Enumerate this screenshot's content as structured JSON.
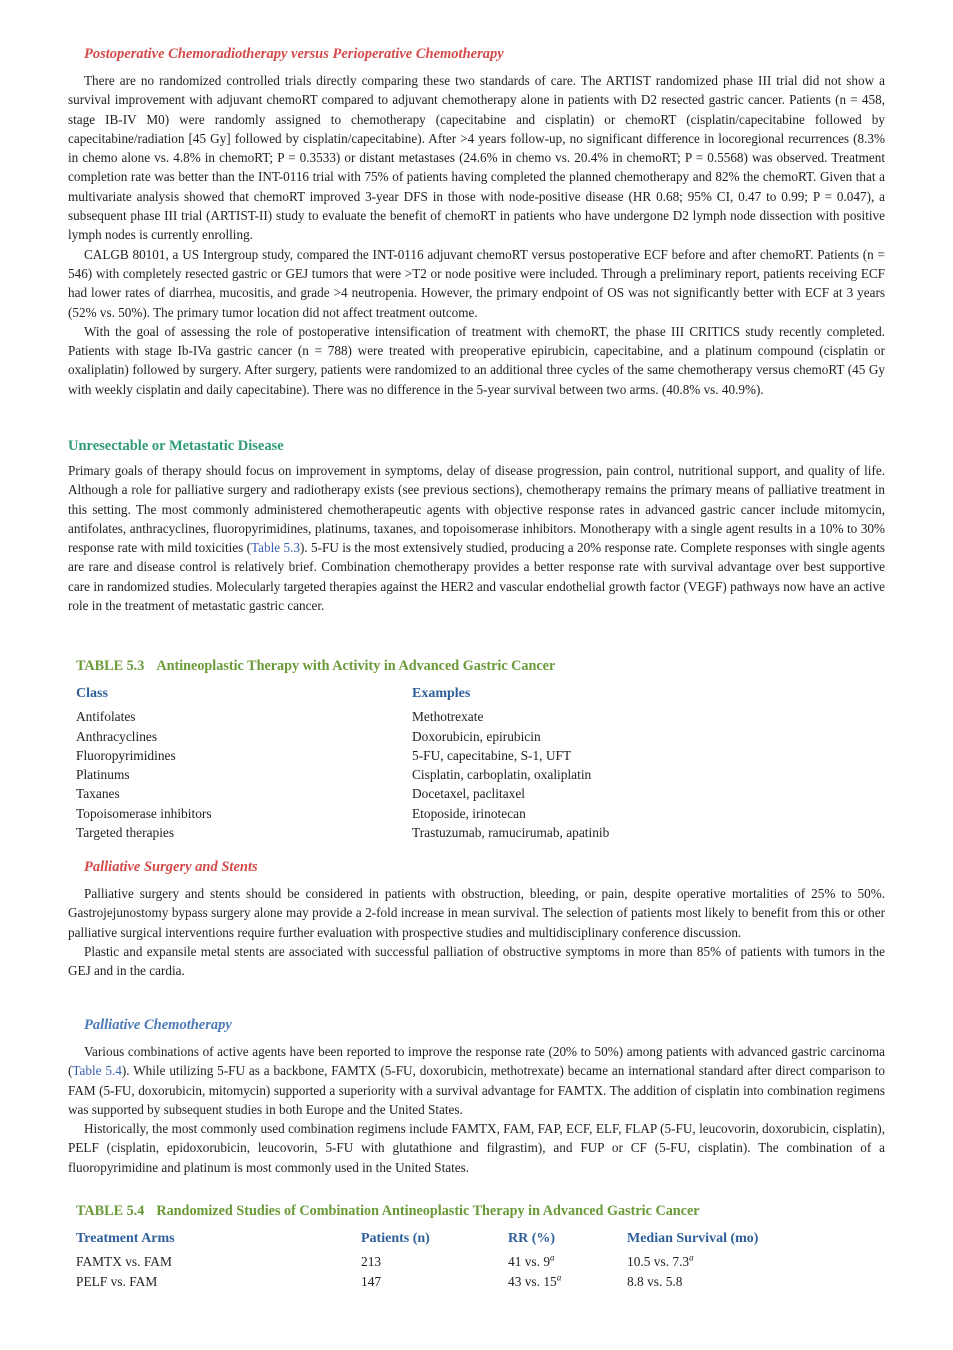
{
  "sections": {
    "postop": {
      "heading": "Postoperative Chemoradiotherapy versus Perioperative Chemotherapy",
      "p1": "There are no randomized controlled trials directly comparing these two standards of care. The ARTIST randomized phase III trial did not show a survival improvement with adjuvant chemoRT compared to adjuvant chemotherapy alone in patients with D2 resected gastric cancer. Patients (n = 458, stage IB-IV M0) were randomly assigned to chemotherapy (capecitabine and cisplatin) or chemoRT (cisplatin/capecitabine followed by capecitabine/radiation [45 Gy] followed by cisplatin/capecitabine). After >4 years follow-up, no significant difference in locoregional recurrences (8.3% in chemo alone vs. 4.8% in chemoRT; P = 0.3533) or distant metastases (24.6% in chemo vs. 20.4% in chemoRT; P = 0.5568) was observed. Treatment completion rate was better than the INT-0116 trial with 75% of patients having completed the planned chemotherapy and 82% the chemoRT. Given that a multivariate analysis showed that chemoRT improved 3-year DFS in those with node-positive disease (HR 0.68; 95% CI, 0.47 to 0.99; P = 0.047), a subsequent phase III trial (ARTIST-II) study to evaluate the benefit of chemoRT in patients who have undergone D2 lymph node dissection with positive lymph nodes is currently enrolling.",
      "p2": "CALGB 80101, a US Intergroup study, compared the INT-0116 adjuvant chemoRT versus postoperative ECF before and after chemoRT. Patients (n = 546) with completely resected gastric or GEJ tumors that were >T2 or node positive were included. Through a preliminary report, patients receiving ECF had lower rates of diarrhea, mucositis, and grade >4 neutropenia. However, the primary endpoint of OS was not significantly better with ECF at 3 years (52% vs. 50%). The primary tumor location did not affect treatment outcome.",
      "p3": "With the goal of assessing the role of postoperative intensification of treatment with chemoRT, the phase III CRITICS study recently completed. Patients with stage Ib-IVa gastric cancer (n = 788) were treated with preoperative epirubicin, capecitabine, and a platinum compound (cisplatin or oxaliplatin) followed by surgery. After surgery, patients were randomized to an additional three cycles of the same chemotherapy versus chemoRT (45 Gy with weekly cisplatin and daily capecitabine). There was no difference in the 5-year survival between two arms. (40.8% vs. 40.9%)."
    },
    "unresectable": {
      "heading": "Unresectable or Metastatic Disease",
      "p1a": "Primary goals of therapy should focus on improvement in symptoms, delay of disease progression, pain control, nutritional support, and quality of life. Although a role for palliative surgery and radiotherapy exists (see previous sections), chemotherapy remains the primary means of palliative treatment in this setting. The most commonly administered chemotherapeutic agents with objective response rates in advanced gastric cancer include mitomycin, antifolates, anthracyclines, fluoropyrimidines, platinums, taxanes, and topoisomerase inhibitors. Monotherapy with a single agent results in a 10% to 30% response rate with mild toxicities (",
      "p1link": "Table 5.3",
      "p1b": "). 5-FU is the most extensively studied, producing a 20% response rate. Complete responses with single agents are rare and disease control is relatively brief. Combination chemotherapy provides a better response rate with survival advantage over best supportive care in randomized studies. Molecularly targeted therapies against the HER2 and vascular endothelial growth factor (VEGF) pathways now have an active role in the treatment of metastatic gastric cancer."
    },
    "table53": {
      "number": "TABLE 5.3",
      "title": "Antineoplastic Therapy with Activity in Advanced Gastric Cancer",
      "headers": [
        "Class",
        "Examples"
      ],
      "rows": [
        [
          "Antifolates",
          "Methotrexate"
        ],
        [
          "Anthracyclines",
          "Doxorubicin, epirubicin"
        ],
        [
          "Fluoropyrimidines",
          "5-FU, capecitabine, S-1, UFT"
        ],
        [
          "Platinums",
          "Cisplatin, carboplatin, oxaliplatin"
        ],
        [
          "Taxanes",
          "Docetaxel, paclitaxel"
        ],
        [
          "Topoisomerase inhibitors",
          "Etoposide, irinotecan"
        ],
        [
          "Targeted therapies",
          "Trastuzumab, ramucirumab, apatinib"
        ]
      ]
    },
    "surgery": {
      "heading": "Palliative Surgery and Stents",
      "p1": "Palliative surgery and stents should be considered in patients with obstruction, bleeding, or pain, despite operative mortalities of 25% to 50%. Gastrojejunostomy bypass surgery alone may provide a 2-fold increase in mean survival. The selection of patients most likely to benefit from this or other palliative surgical interventions require further evaluation with prospective studies and multidisciplinary conference discussion.",
      "p2": "Plastic and expansile metal stents are associated with successful palliation of obstructive symptoms in more than 85% of patients with tumors in the GEJ and in the cardia."
    },
    "chemo": {
      "heading": "Palliative Chemotherapy",
      "p1a": "Various combinations of active agents have been reported to improve the response rate (20% to 50%) among patients with advanced gastric carcinoma (",
      "p1link": "Table 5.4",
      "p1b": "). While utilizing 5-FU as a backbone, FAMTX (5-FU, doxorubicin, methotrexate) became an international standard after direct comparison to FAM (5-FU, doxorubicin, mitomycin) supported a superiority with a survival advantage for FAMTX. The addition of cisplatin into combination regimens was supported by subsequent studies in both Europe and the United States.",
      "p2": "Historically, the most commonly used combination regimens include FAMTX, FAM, FAP, ECF, ELF, FLAP (5-FU, leucovorin, doxorubicin, cisplatin), PELF (cisplatin, epidoxorubicin, leucovorin, 5-FU with glutathione and filgrastim), and FUP or CF (5-FU, cisplatin). The combination of a fluoropyrimidine and platinum is most commonly used in the United States."
    },
    "table54": {
      "number": "TABLE 5.4",
      "title": "Randomized Studies of Combination Antineoplastic Therapy in Advanced Gastric Cancer",
      "headers": [
        "Treatment Arms",
        "Patients (n)",
        "RR (%)",
        "Median Survival (mo)"
      ],
      "rows": [
        {
          "arms": "FAMTX vs. FAM",
          "patients": "213",
          "rr": "41 vs. 9",
          "rr_sup": "a",
          "ms": "10.5 vs. 7.3",
          "ms_sup": "a"
        },
        {
          "arms": "PELF vs. FAM",
          "patients": "147",
          "rr": "43 vs. 15",
          "rr_sup": "a",
          "ms": "8.8 vs. 5.8",
          "ms_sup": ""
        }
      ]
    }
  }
}
